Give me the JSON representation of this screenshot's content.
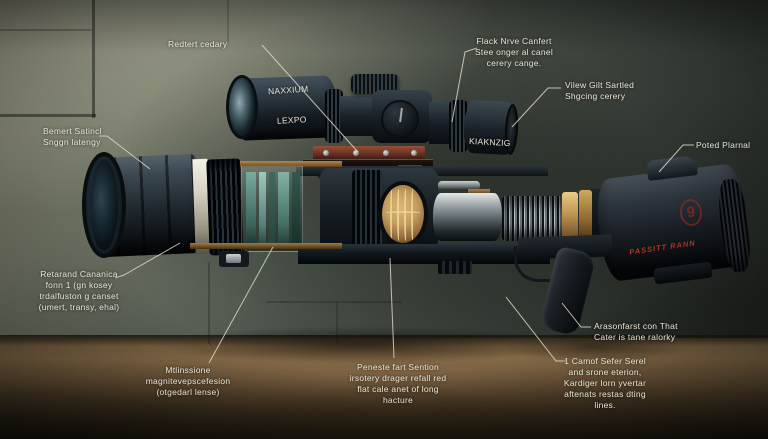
{
  "scene": {
    "subject": "annotated cutaway render of a futuristic scoped optical rifle device on concrete wall background"
  },
  "device_markings": {
    "scope_body_text": "NAXXIUM",
    "scope_lens_text": "LEXPO",
    "scope_eyepiece_text": "KIAKNZIG",
    "rear_housing_text": "PASSITT RANN",
    "rear_logo_glyph": "9"
  },
  "annotations": {
    "redtert": {
      "text": "Redtert cedary"
    },
    "flack": {
      "text": "Flack Nrve Canfert\nStee onger al canel\ncerery cange."
    },
    "vilew": {
      "text": "Vilew Gilt Sartled\nShgcing cerery"
    },
    "poted": {
      "text": "Poted Plarnal"
    },
    "bemert": {
      "text": "Bemert Satincl\nSnggn latengy"
    },
    "retarand": {
      "text": "Retarand Cananica\nfonn 1 (gn kosey\ntrdalfuston g canset\n(umert, transy, ehal)"
    },
    "mtlin": {
      "text": "Mtlinssione\nmagnitevepscefesion\n(otgedarl lense)"
    },
    "peneste": {
      "text": "Peneste fart Sention\nirsotery drager refall red\nflat cale anet of long\nhacture"
    },
    "camof": {
      "text": "1 Camof Sefer Serel\nand srone eterion,\nKardiger lorn yvertar\naftenats restas dting\nlines."
    },
    "arason": {
      "text": "Arasonfarst con That\nCater is tane ralorky"
    }
  },
  "colors": {
    "label_text": "#e8e5d6",
    "leader_line": "#ddd8c8",
    "mount_copper": "#8a4a38",
    "glass_teal": "#6f9e93",
    "core_amber": "#c9a368",
    "brass_ring": "#caa461",
    "warning_red": "#c23b2c"
  }
}
